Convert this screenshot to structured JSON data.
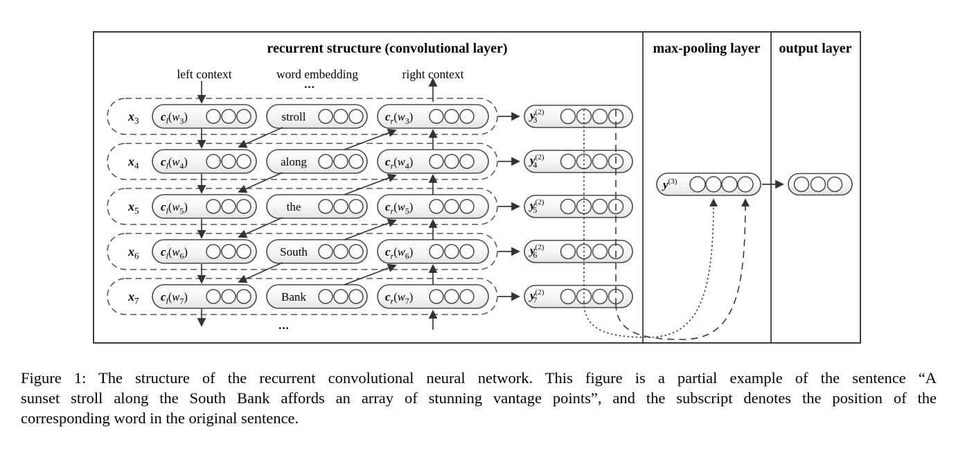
{
  "figure": {
    "sections": {
      "recurrent": "recurrent structure (convolutional layer)",
      "maxpool": "max-pooling layer",
      "output": "output layer"
    },
    "columns": {
      "left": "left context",
      "embed": "word embedding",
      "right": "right context"
    },
    "ellipsis_top": "...",
    "ellipsis_bottom": "...",
    "rows": [
      {
        "index": "3",
        "word": "stroll"
      },
      {
        "index": "4",
        "word": "along"
      },
      {
        "index": "5",
        "word": "the"
      },
      {
        "index": "6",
        "word": "South"
      },
      {
        "index": "7",
        "word": "Bank"
      }
    ],
    "labels": {
      "x_base": "x",
      "c_base": "c",
      "cl_sub": "l",
      "cr_sub": "r",
      "arg_base": "w",
      "paren_open": "(",
      "paren_close": ")",
      "y2_base": "y",
      "y2_sup": "(2)",
      "y3_base": "y",
      "y3_sup": "(3)"
    },
    "colors": {
      "line": "#3a3a3a",
      "pill_stroke": "#474747",
      "stadium_dash": "#575757",
      "pill_fill_top": "#ffffff",
      "pill_fill_bottom": "#e4e4e4"
    }
  },
  "caption": {
    "line1": "Figure 1: The structure of the recurrent convolutional neural network. This figure is a partial example of the sentence “A",
    "line2": "sunset stroll along the South Bank affords an array of stunning vantage points”, and the subscript denotes the position of the",
    "line3": "corresponding word in the original sentence."
  }
}
